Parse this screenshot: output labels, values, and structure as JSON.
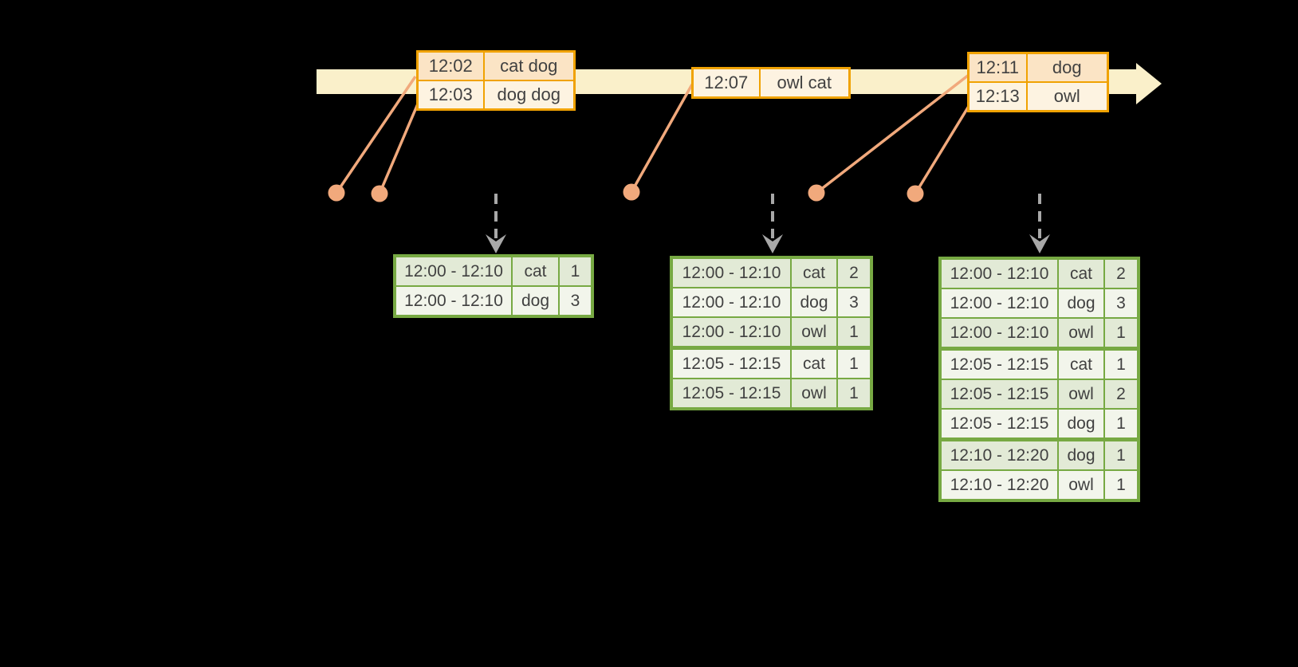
{
  "palette": {
    "background": "#000000",
    "timeline_band": "#FAF0CA",
    "event_table_border": "#F0A202",
    "event_row_dark_fill": "#FBE4C5",
    "event_row_light_fill": "#FDF3E1",
    "result_table_border": "#77A943",
    "result_row_dark_fill": "#E2EAD6",
    "result_row_light_fill": "#F2F5EB",
    "connector_dot_line": "#F1A97C",
    "trigger_arrow": "#A8A8A8",
    "text": "#414141"
  },
  "icons": {
    "timeline_arrowhead": "right-arrowhead",
    "trigger_arrow": "dashed-down-arrow",
    "event_marker": "filled-dot"
  },
  "event_tables": [
    {
      "rows": [
        {
          "time": "12:02",
          "words": "cat dog"
        },
        {
          "time": "12:03",
          "words": "dog dog"
        }
      ]
    },
    {
      "rows": [
        {
          "time": "12:07",
          "words": "owl cat"
        }
      ]
    },
    {
      "rows": [
        {
          "time": "12:11",
          "words": "dog"
        },
        {
          "time": "12:13",
          "words": "owl"
        }
      ]
    }
  ],
  "result_tables": [
    {
      "rows": [
        {
          "window": "12:00 - 12:10",
          "word": "cat",
          "count": "1"
        },
        {
          "window": "12:00 - 12:10",
          "word": "dog",
          "count": "3"
        }
      ],
      "group_breaks": []
    },
    {
      "rows": [
        {
          "window": "12:00 - 12:10",
          "word": "cat",
          "count": "2"
        },
        {
          "window": "12:00 - 12:10",
          "word": "dog",
          "count": "3"
        },
        {
          "window": "12:00 - 12:10",
          "word": "owl",
          "count": "1"
        },
        {
          "window": "12:05 - 12:15",
          "word": "cat",
          "count": "1"
        },
        {
          "window": "12:05 - 12:15",
          "word": "owl",
          "count": "1"
        }
      ],
      "group_breaks": [
        3
      ]
    },
    {
      "rows": [
        {
          "window": "12:00 - 12:10",
          "word": "cat",
          "count": "2"
        },
        {
          "window": "12:00 - 12:10",
          "word": "dog",
          "count": "3"
        },
        {
          "window": "12:00 - 12:10",
          "word": "owl",
          "count": "1"
        },
        {
          "window": "12:05 - 12:15",
          "word": "cat",
          "count": "1"
        },
        {
          "window": "12:05 - 12:15",
          "word": "owl",
          "count": "2"
        },
        {
          "window": "12:05 - 12:15",
          "word": "dog",
          "count": "1"
        },
        {
          "window": "12:10 - 12:20",
          "word": "dog",
          "count": "1"
        },
        {
          "window": "12:10 - 12:20",
          "word": "owl",
          "count": "1"
        }
      ],
      "group_breaks": [
        3,
        6
      ]
    }
  ]
}
